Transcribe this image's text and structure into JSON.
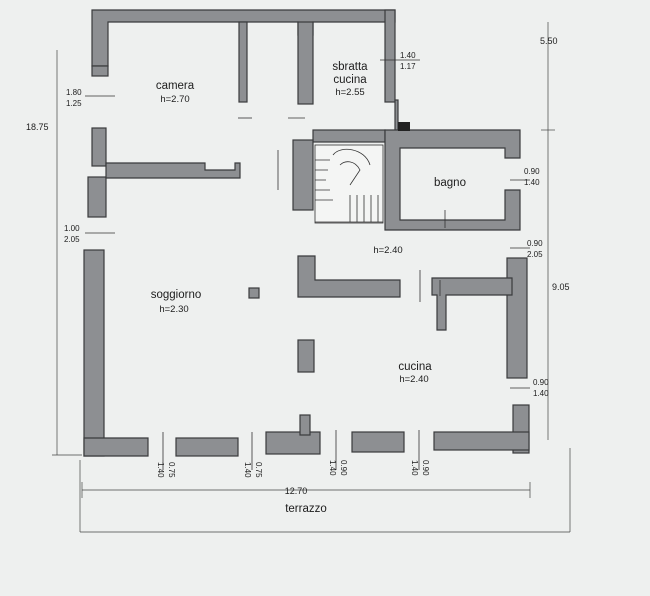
{
  "rooms": {
    "camera": {
      "name": "camera",
      "height": "h=2.70"
    },
    "sbratta": {
      "name1": "sbratta",
      "name2": "cucina",
      "height": "h=2.55"
    },
    "bagno": {
      "name": "bagno"
    },
    "corridor": {
      "height": "h=2.40"
    },
    "soggiorno": {
      "name": "soggiorno",
      "height": "h=2.30"
    },
    "cucina": {
      "name": "cucina",
      "height": "h=2.40"
    },
    "terrazzo": {
      "name": "terrazzo"
    }
  },
  "dimensions": {
    "total_height": "18.75",
    "right_upper": "5.50",
    "right_lower": "9.05",
    "bottom_total": "12.70",
    "win_top_a": "1.40",
    "win_top_b": "1.17",
    "win_camera_a": "1.80",
    "win_camera_b": "1.25",
    "win_sogg_a": "1.00",
    "win_sogg_b": "2.05",
    "win_bagno_a": "0.90",
    "win_bagno_b": "1.40",
    "win_corr_a": "0.90",
    "win_corr_b": "2.05",
    "win_cucina_a": "0.90",
    "win_cucina_b": "1.40",
    "win_b1_a": "0.75",
    "win_b1_b": "1.40",
    "win_b2_a": "0.75",
    "win_b2_b": "1.40",
    "win_b3_a": "0.90",
    "win_b3_b": "1.40",
    "win_b4_a": "0.90",
    "win_b4_b": "1.40"
  }
}
